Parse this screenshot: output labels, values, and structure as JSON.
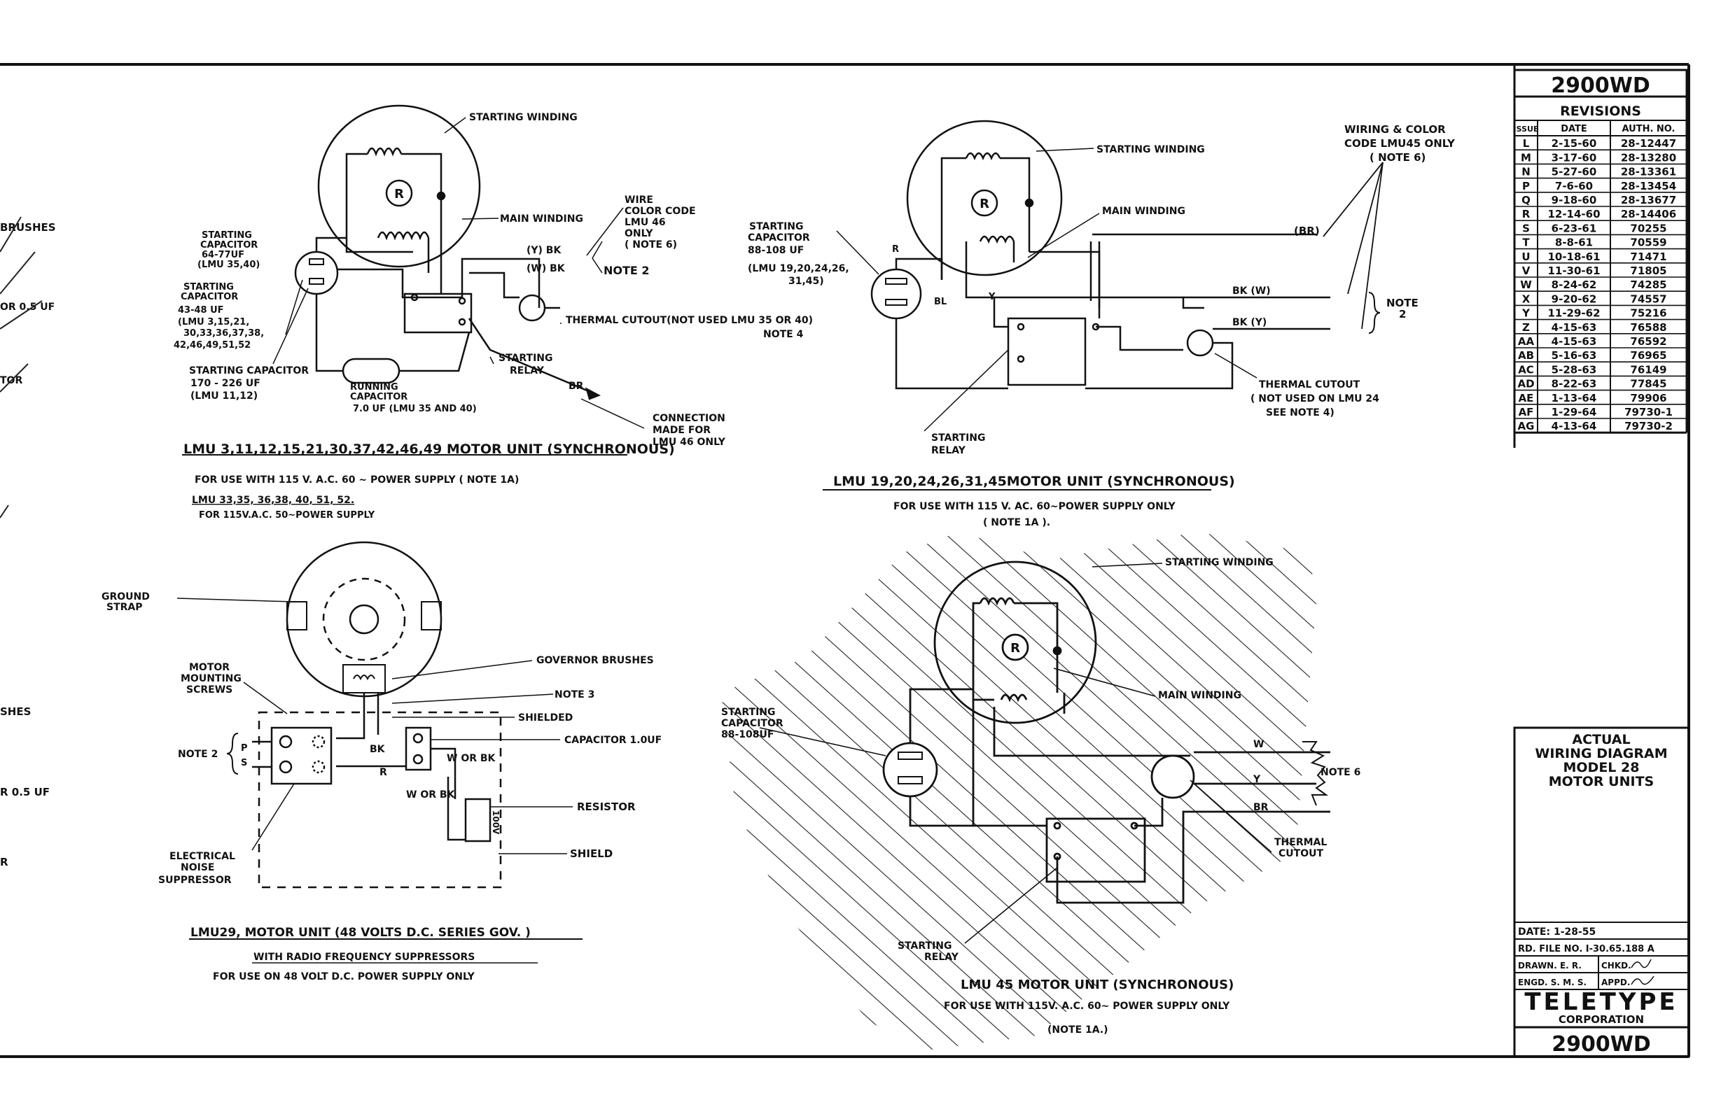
{
  "drawing_number": "2900WD",
  "revisions": {
    "title": "REVISIONS",
    "headers": [
      "ISSUE",
      "DATE",
      "AUTH. NO."
    ],
    "rows": [
      [
        "L",
        "2-15-60",
        "28-12447"
      ],
      [
        "M",
        "3-17-60",
        "28-13280"
      ],
      [
        "N",
        "5-27-60",
        "28-13361"
      ],
      [
        "P",
        "7-6-60",
        "28-13454"
      ],
      [
        "Q",
        "9-18-60",
        "28-13677"
      ],
      [
        "R",
        "12-14-60",
        "28-14406"
      ],
      [
        "S",
        "6-23-61",
        "70255"
      ],
      [
        "T",
        "8-8-61",
        "70559"
      ],
      [
        "U",
        "10-18-61",
        "71471"
      ],
      [
        "V",
        "11-30-61",
        "71805"
      ],
      [
        "W",
        "8-24-62",
        "74285"
      ],
      [
        "X",
        "9-20-62",
        "74557"
      ],
      [
        "Y",
        "11-29-62",
        "75216"
      ],
      [
        "Z",
        "4-15-63",
        "76588"
      ],
      [
        "AA",
        "4-15-63",
        "76592"
      ],
      [
        "AB",
        "5-16-63",
        "76965"
      ],
      [
        "AC",
        "5-28-63",
        "76149"
      ],
      [
        "AD",
        "8-22-63",
        "77845"
      ],
      [
        "AE",
        "1-13-64",
        "79906"
      ],
      [
        "AF",
        "1-29-64",
        "79730-1"
      ],
      [
        "AG",
        "4-13-64",
        "79730-2"
      ]
    ]
  },
  "title_block": {
    "title_lines": [
      "ACTUAL",
      "WIRING DIAGRAM",
      "MODEL 28",
      "MOTOR UNITS"
    ],
    "date": "DATE:  1-28-55",
    "rd_file": "RD. FILE NO. I-30.65.188 A",
    "drawn": "DRAWN.  E. R.",
    "chkd": "CHKD.",
    "engd": "ENGD.  S. M. S.",
    "appd": "APPD.",
    "company": "TELETYPE",
    "corporation": "CORPORATION"
  },
  "left_edge": {
    "brushes1": "BRUSHES",
    "cap1": "OR  0.5 UF",
    "tor": "TOR",
    "brushes2": "SHES",
    "cap2": "R  0.5  UF",
    "r": "R"
  },
  "diagram1": {
    "starting_winding": "STARTING  WINDING",
    "main_winding": "MAIN  WINDING",
    "rotor": "R",
    "wire_color_code": [
      "WIRE",
      "COLOR CODE",
      "LMU  46",
      "ONLY",
      "( NOTE 6)"
    ],
    "y_bk": "(Y)     BK",
    "w_bk": "(W)     BK",
    "note2": "NOTE 2",
    "thermal_cutout": "THERMAL  CUTOUT(NOT USED LMU 35 OR 40)",
    "note4": "NOTE 4",
    "starting_relay": [
      "STARTING",
      "RELAY"
    ],
    "br": "BR",
    "connection": [
      "CONNECTION",
      "MADE FOR",
      "LMU  46  ONLY"
    ],
    "starting_cap_a": [
      "STARTING",
      "CAPACITOR",
      "64-77UF",
      "(LMU 35,40)"
    ],
    "starting_cap_b": [
      "STARTING",
      "CAPACITOR",
      "43-48  UF",
      "(LMU 3,15,21,",
      "30,33,36,37,38,",
      "42,46,49,51,52"
    ],
    "starting_cap_c": [
      "STARTING  CAPACITOR",
      "170 - 226  UF",
      "(LMU  11,12)"
    ],
    "running_cap": [
      "RUNNING",
      "CAPACITOR",
      "7.0 UF (LMU 35 AND 40)"
    ],
    "title": "LMU 3,11,12,15,21,30,37,42,46,49 MOTOR UNIT (SYNCHRONOUS)",
    "line1": "FOR  USE  WITH  115 V. A.C.  60 ~ POWER  SUPPLY ( NOTE  1A)",
    "line2": "LMU 33,35, 36,38, 40, 51, 52.",
    "line3": "FOR 115V.A.C. 50~POWER SUPPLY"
  },
  "diagram2": {
    "starting_winding": "STARTING  WINDING",
    "main_winding": "MAIN  WINDING",
    "rotor": "R",
    "starting_cap": [
      "STARTING",
      "CAPACITOR",
      "88-108 UF",
      "(LMU 19,20,24,26,",
      "31,45)"
    ],
    "wiring_color": [
      "WIRING & COLOR",
      "CODE LMU45 ONLY",
      "( NOTE 6)"
    ],
    "br": "(BR)",
    "bk_w": "BK          (W)",
    "bk_y": "BK          (Y)",
    "note2": [
      "NOTE",
      "2"
    ],
    "thermal": [
      "THERMAL  CUTOUT",
      "( NOT USED ON  LMU 24",
      "SEE  NOTE  4)"
    ],
    "starting_relay": [
      "STARTING",
      "RELAY"
    ],
    "title": "LMU 19,20,24,26,31,45MOTOR UNIT (SYNCHRONOUS)",
    "line1": "FOR  USE   WITH  115 V.  AC.  60~POWER  SUPPLY ONLY",
    "line2": "( NOTE  1A ).",
    "r": "R",
    "bl": "BL",
    "y": "Y"
  },
  "diagram3": {
    "ground_strap": [
      "GROUND",
      "STRAP"
    ],
    "motor_mounting": [
      "MOTOR",
      "MOUNTING",
      "SCREWS"
    ],
    "governor_brushes": "GOVERNOR  BRUSHES",
    "note3": "NOTE 3",
    "shielded": "SHIELDED",
    "capacitor": "CAPACITOR  1.0UF",
    "resistor": "RESISTOR",
    "shield": "SHIELD",
    "note2": "NOTE 2",
    "p": "P",
    "s": "S",
    "w_or_bk1": "W OR BK",
    "w_or_bk2": "W OR BK",
    "bk": "BK",
    "r": "R",
    "electrical": [
      "ELECTRICAL",
      "NOISE",
      "SUPPRESSOR"
    ],
    "resistor_value": "100V",
    "title": "LMU29,    MOTOR UNIT (48 VOLTS D.C. SERIES GOV. )",
    "line1": "WITH  RADIO  FREQUENCY  SUPPRESSORS",
    "line2": "FOR  USE  ON  48  VOLT   D.C.  POWER SUPPLY  ONLY"
  },
  "diagram4": {
    "starting_winding": "STARTING WINDING",
    "main_winding": "MAIN  WINDING",
    "rotor": "R",
    "starting_cap": [
      "STARTING",
      "CAPACITOR",
      "88-108UF"
    ],
    "note6": "NOTE  6",
    "w": "W",
    "y": "Y",
    "br": "BR",
    "thermal": [
      "THERMAL",
      "CUTOUT"
    ],
    "starting_relay": [
      "STARTING",
      "RELAY"
    ],
    "title": "LMU  45  MOTOR  UNIT  (SYNCHRONOUS)",
    "line1": "FOR  USE  WITH  115V.  A.C.   60~ POWER   SUPPLY  ONLY",
    "line2": "(NOTE  1A.)"
  }
}
